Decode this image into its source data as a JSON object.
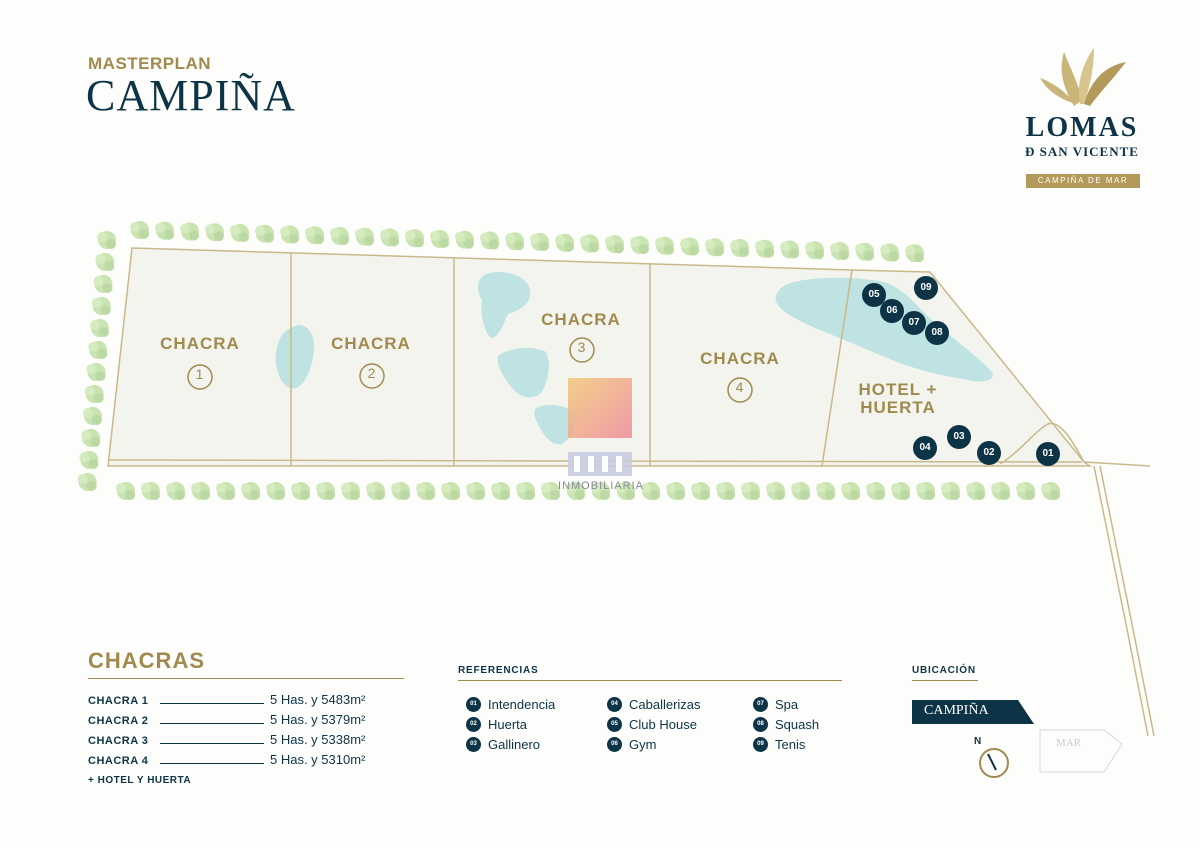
{
  "header": {
    "kicker": "MASTERPLAN",
    "title": "CAMPIÑA"
  },
  "logo": {
    "name": "LOMAS",
    "subtitle": "Đ SAN VICENTE",
    "tagline": "CAMPIÑA DE MAR"
  },
  "plots": [
    {
      "label": "CHACRA",
      "number": "1"
    },
    {
      "label": "CHACRA",
      "number": "2"
    },
    {
      "label": "CHACRA",
      "number": "3"
    },
    {
      "label": "CHACRA",
      "number": "4"
    },
    {
      "label_line1": "HOTEL +",
      "label_line2": "HUERTA"
    }
  ],
  "map_markers": [
    "01",
    "02",
    "03",
    "04",
    "05",
    "06",
    "07",
    "08",
    "09"
  ],
  "watermark": {
    "text": "INMOBILIARIA"
  },
  "chacras": {
    "title": "CHACRAS",
    "rows": [
      {
        "name": "CHACRA 1",
        "value": "5 Has. y 5483m²"
      },
      {
        "name": "CHACRA 2",
        "value": "5 Has. y 5379m²"
      },
      {
        "name": "CHACRA 3",
        "value": "5 Has. y 5338m²"
      },
      {
        "name": "CHACRA 4",
        "value": "5 Has. y 5310m²"
      }
    ],
    "note": "+ HOTEL Y HUERTA"
  },
  "referencias": {
    "title": "REFERENCIAS",
    "items": [
      {
        "num": "01",
        "label": "Intendencia"
      },
      {
        "num": "02",
        "label": "Huerta"
      },
      {
        "num": "03",
        "label": "Gallinero"
      },
      {
        "num": "04",
        "label": "Caballerizas"
      },
      {
        "num": "05",
        "label": "Club House"
      },
      {
        "num": "06",
        "label": "Gym"
      },
      {
        "num": "07",
        "label": "Spa"
      },
      {
        "num": "08",
        "label": "Squash"
      },
      {
        "num": "09",
        "label": "Tenis"
      }
    ]
  },
  "ubicacion": {
    "title": "UBICACIÓN",
    "campina": "CAMPIÑA",
    "mar": "MAR",
    "north": "N"
  },
  "colors": {
    "navy": "#0d3446",
    "gold": "#a08a4e",
    "lake": "#bfe3e3",
    "tree": "#c9e3b1",
    "plot_fill": "#f4f4ee",
    "border": "#c9b98a"
  }
}
